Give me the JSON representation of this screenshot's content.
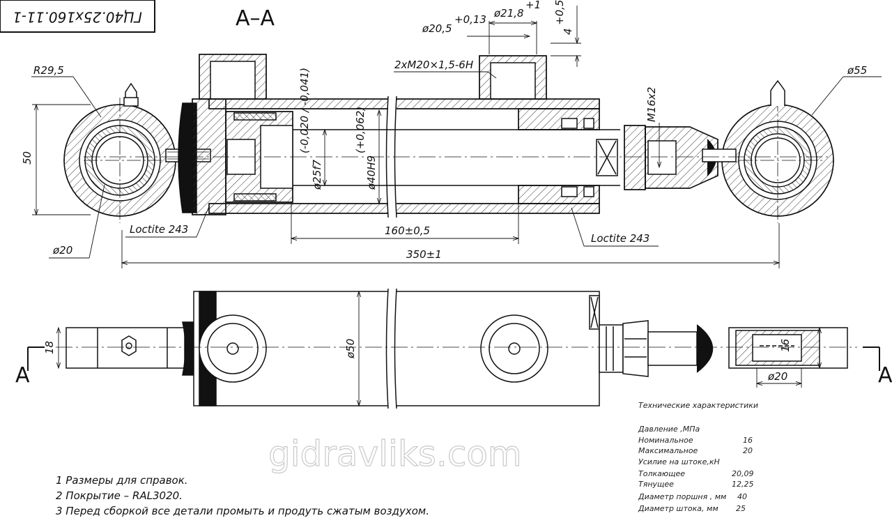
{
  "drawing": {
    "designation": "ГЦ40.25х160.11-1",
    "section_label": "А–А",
    "section_mark": "А",
    "watermark": "gidravliks.com"
  },
  "dimensions": {
    "r_eye": "R29,5",
    "d_port": "ø20,5",
    "d_port_tol": "+0,13",
    "d_spot": "ø21,8",
    "d_spot_tol": "+1",
    "depth": "4",
    "depth_tol": "+0,5",
    "thread_ports": "2хМ20×1,5-6Н",
    "d_eye_right": "ø55",
    "height_50": "50",
    "thread_rod": "М16х2",
    "d_rod": "ø25f7",
    "d_rod_tol": "(-0,020 / -0,041)",
    "d_bore": "ø40H9",
    "d_bore_tol": "(+0,062)",
    "stroke": "160±0,5",
    "total_length": "350±1",
    "d_pin_left": "ø20",
    "loctite_left": "Loctite 243",
    "loctite_right": "Loctite 243",
    "width_18": "18",
    "d_tube": "ø50",
    "width_16": "16",
    "d_pin_right": "ø20"
  },
  "notes": [
    "1 Размеры для справок.",
    "2 Покрытие – RAL3020.",
    "3 Перед сборкой все детали промыть и продуть сжатым воздухом."
  ],
  "specs": {
    "title": "Технические характеристики",
    "rows": [
      {
        "label": "Давление ,МПа",
        "value": ""
      },
      {
        "label": "Номинальное",
        "value": "16"
      },
      {
        "label": "Максимальное",
        "value": "20"
      },
      {
        "label": "Усилие на штоке,кН",
        "value": ""
      },
      {
        "label": "Толкающее",
        "value": "20,09"
      },
      {
        "label": "Тянущее",
        "value": "12,25"
      },
      {
        "label": "Диаметр поршня ,  мм",
        "value": "40"
      },
      {
        "label": "Диаметр штока,  мм",
        "value": "25"
      }
    ]
  }
}
